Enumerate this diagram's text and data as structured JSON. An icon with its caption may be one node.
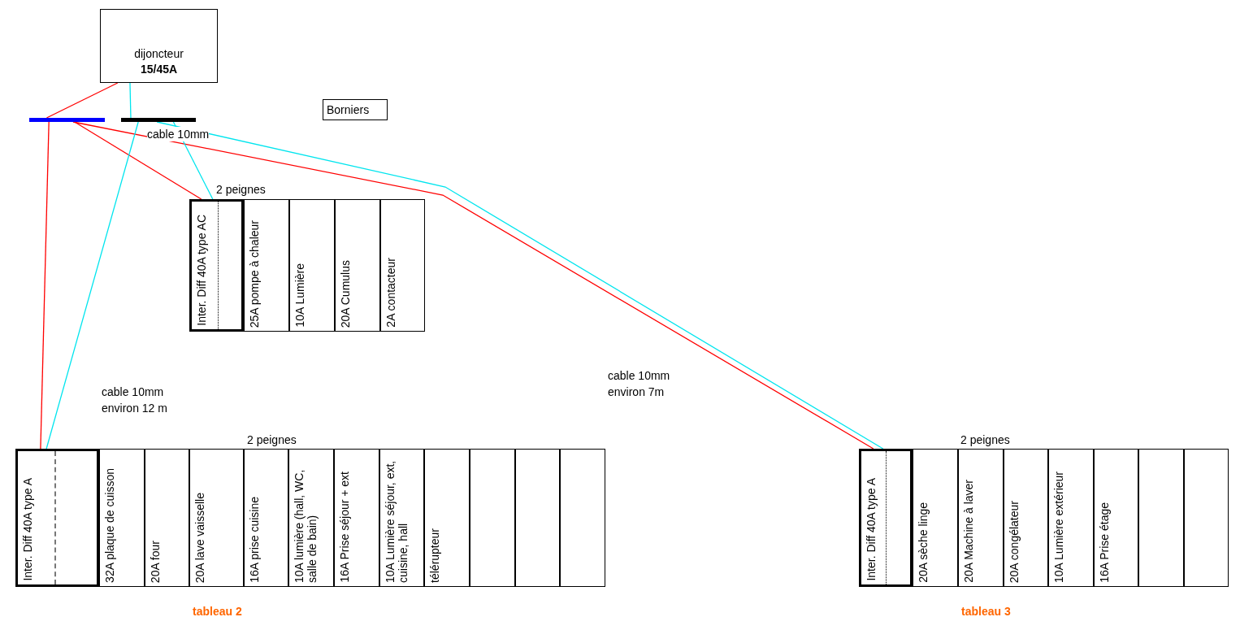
{
  "diagram": {
    "nodes": [
      {
        "text": [
          "dijoncteur",
          "15/45A"
        ]
      },
      {
        "text": [],
        "shape": "bar"
      },
      {
        "text": [],
        "shape": "bar"
      },
      {
        "text": [
          "Borniers"
        ]
      },
      {
        "text": [
          "Inter. Diff 40A type AC"
        ]
      },
      {
        "text": [
          "25A pompe à chaleur"
        ]
      },
      {
        "text": [
          "10A Lumière"
        ]
      },
      {
        "text": [
          "20A Cumulus"
        ]
      },
      {
        "text": [
          "2A contacteur"
        ]
      },
      {
        "text": [
          "Inter. Diff 40A type A"
        ]
      },
      {
        "text": [
          "32A plaque de cuisson"
        ]
      },
      {
        "text": [
          "20A four"
        ]
      },
      {
        "text": [
          "20A lave vaisselle"
        ]
      },
      {
        "text": [
          "16A prise cuisine"
        ]
      },
      {
        "text": [
          "10A lumière (hall, WC, salle de bain)"
        ]
      },
      {
        "text": [
          "16A Prise séjour + ext"
        ]
      },
      {
        "text": [
          "10A Lumière séjour, ext, cuisine, hall"
        ]
      },
      {
        "text": [
          "télérupteur"
        ]
      },
      {
        "text": [],
        "shape": "box"
      },
      {
        "text": [],
        "shape": "box"
      },
      {
        "text": [],
        "shape": "box"
      },
      {
        "text": [
          "Inter. Diff 40A type A"
        ]
      },
      {
        "text": [
          "20A sèche linge"
        ]
      },
      {
        "text": [
          "20A Machine à laver"
        ]
      },
      {
        "text": [
          "20A congélateur"
        ]
      },
      {
        "text": [
          "10A Lumière extérieur"
        ]
      },
      {
        "text": [
          "16A Prise étage"
        ]
      },
      {
        "text": [],
        "shape": "box"
      },
      {
        "text": [],
        "shape": "box"
      }
    ],
    "edges": [
      {
        "from": 0,
        "to": 1,
        "arrow": "none",
        "color": "#ff0000"
      },
      {
        "from": 0,
        "to": 2,
        "arrow": "none",
        "color": "#00e5ee"
      },
      {
        "from": 1,
        "to": 9,
        "arrow": "none",
        "color": "#ff0000"
      },
      {
        "from": 1,
        "to": 4,
        "arrow": "none",
        "color": "#ff0000"
      },
      {
        "from": 1,
        "to": 21,
        "arrow": "none",
        "color": "#ff0000"
      },
      {
        "from": 2,
        "to": 9,
        "arrow": "none",
        "color": "#00e5ee"
      },
      {
        "from": 2,
        "to": 4,
        "arrow": "none",
        "color": "#00e5ee"
      },
      {
        "from": 2,
        "to": 21,
        "arrow": "none",
        "color": "#00e5ee"
      }
    ],
    "labels": [
      "cable 10mm",
      "2 peignes",
      "cable 10mm environ 12 m",
      "cable 10mm environ 7m",
      "2 peignes",
      "2 peignes",
      "tableau 2",
      "tableau 3"
    ]
  }
}
